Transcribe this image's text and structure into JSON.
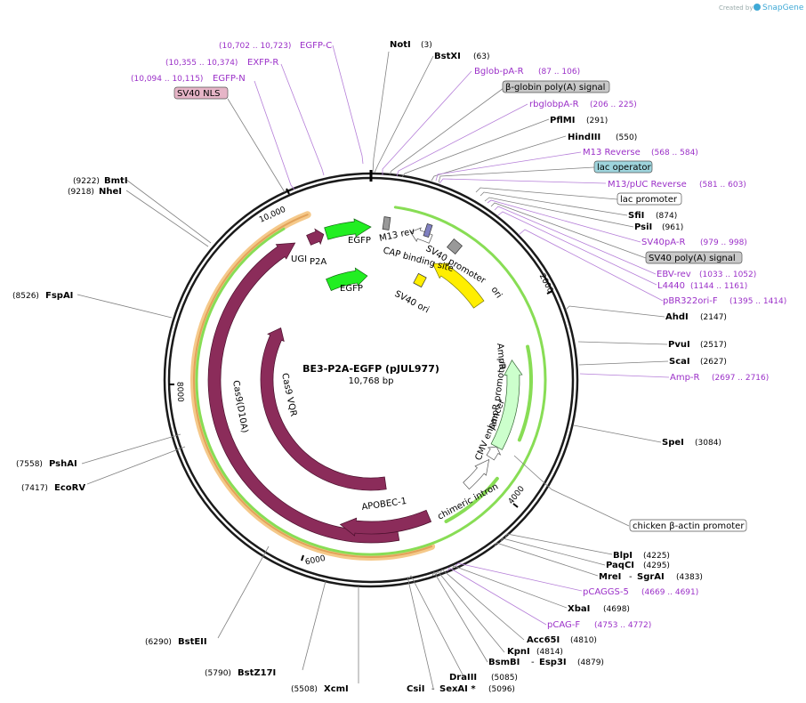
{
  "watermark": {
    "created_by": "Created by",
    "brand": "SnapGene"
  },
  "map": {
    "title": "BE3-P2A-EGFP (pJUL977)",
    "length": "10,768 bp"
  },
  "ticks": [
    "2000",
    "4000",
    "6000",
    "8000",
    "10,000"
  ],
  "sites": {
    "notI": {
      "name": "NotI",
      "pos": "(3)"
    },
    "bstXI": {
      "name": "BstXI",
      "pos": "(63)"
    },
    "bglob": {
      "name": "Bglob-pA-R",
      "range": "(87 .. 106)"
    },
    "bglobin_box": "β-globin poly(A) signal",
    "rbglob": {
      "name": "rbglobpA-R",
      "range": "(206 .. 225)"
    },
    "pflMI": {
      "name": "PflMI",
      "pos": "(291)"
    },
    "hindIII": {
      "name": "HindIII",
      "pos": "(550)"
    },
    "m13rev": {
      "name": "M13 Reverse",
      "range": "(568 .. 584)"
    },
    "lacop_box": "lac operator",
    "m13puc": {
      "name": "M13/pUC Reverse",
      "range": "(581 .. 603)"
    },
    "lacprom_box": "lac promoter",
    "sfiI": {
      "name": "SfiI",
      "pos": "(874)"
    },
    "psiI": {
      "name": "PsiI",
      "pos": "(961)"
    },
    "sv40par": {
      "name": "SV40pA-R",
      "range": "(979 .. 998)"
    },
    "sv40pa_box": "SV40 poly(A) signal",
    "ebvrev": {
      "name": "EBV-rev",
      "range": "(1033 .. 1052)"
    },
    "l4440": {
      "name": "L4440",
      "range": "(1144 .. 1161)"
    },
    "pbr322": {
      "name": "pBR322ori-F",
      "range": "(1395 .. 1414)"
    },
    "ahdI": {
      "name": "AhdI",
      "pos": "(2147)"
    },
    "pvuI": {
      "name": "PvuI",
      "pos": "(2517)"
    },
    "scaI": {
      "name": "ScaI",
      "pos": "(2627)"
    },
    "ampr_primer": {
      "name": "Amp-R",
      "range": "(2697 .. 2716)"
    },
    "speI": {
      "name": "SpeI",
      "pos": "(3084)"
    },
    "cba_box": "chicken β-actin promoter",
    "blpI": {
      "name": "BlpI",
      "pos": "(4225)"
    },
    "paqCI": {
      "name": "PaqCI",
      "pos": "(4295)"
    },
    "mreI": {
      "name": "MreI",
      "sep": "-",
      "name2": "SgrAI",
      "pos": "(4383)"
    },
    "pcaggs": {
      "name": "pCAGGS-5",
      "range": "(4669 .. 4691)"
    },
    "xbaI": {
      "name": "XbaI",
      "pos": "(4698)"
    },
    "pcagf": {
      "name": "pCAG-F",
      "range": "(4753 .. 4772)"
    },
    "acc65I": {
      "name": "Acc65I",
      "pos": "(4810)"
    },
    "kpnI": {
      "name": "KpnI",
      "pos": "(4814)"
    },
    "bsmBI": {
      "name": "BsmBI",
      "sep": "-",
      "name2": "Esp3I",
      "pos": "(4879)"
    },
    "draIII": {
      "name": "DraIII",
      "pos": "(5085)"
    },
    "csiI": {
      "name": "CsiI",
      "sep": "-",
      "name2": "SexAI *",
      "pos": "(5096)"
    },
    "xcmI": {
      "name": "XcmI",
      "pos": "(5508)"
    },
    "bstZ17I": {
      "name": "BstZ17I",
      "pos": "(5790)"
    },
    "bstEII": {
      "name": "BstEII",
      "pos": "(6290)"
    },
    "ecoRV": {
      "name": "EcoRV",
      "pos": "(7417)"
    },
    "pshAI": {
      "name": "PshAI",
      "pos": "(7558)"
    },
    "fspAI": {
      "name": "FspAI",
      "pos": "(8526)"
    },
    "nheI": {
      "name": "NheI",
      "pos": "(9218)"
    },
    "bmtI": {
      "name": "BmtI",
      "pos": "(9222)"
    },
    "sv40nls_box": "SV40 NLS",
    "egfpn": {
      "name": "EGFP-N",
      "range": "(10,094 .. 10,115)"
    },
    "exfpr": {
      "name": "EXFP-R",
      "range": "(10,355 .. 10,374)"
    },
    "egfpc": {
      "name": "EGFP-C",
      "range": "(10,702 .. 10,723)"
    }
  },
  "features": {
    "egfp_outer": "EGFP",
    "egfp_inner": "EGFP",
    "ugi": "UGI",
    "p2a": "P2A",
    "m13rev": "M13 rev",
    "cap": "CAP binding site",
    "sv40prom": "SV40 promoter",
    "ori": "ori",
    "sv40ori": "SV40 ori",
    "ampr": "AmpR",
    "ampr_prom": "AmpR promoter",
    "cmv": "CMV enhancer",
    "cas9d10a": "Cas9(D10A)",
    "cas9vqr": "Cas9 VQR",
    "apobec": "APOBEC-1",
    "intron": "chimeric intron"
  },
  "colors": {
    "cas9": "#8b2c5a",
    "egfp": "#22ee22",
    "ori": "#ffee00",
    "ampr": "#ccffcc",
    "orange_band": "#f5c98a",
    "purple_text": "#9b30c8"
  }
}
